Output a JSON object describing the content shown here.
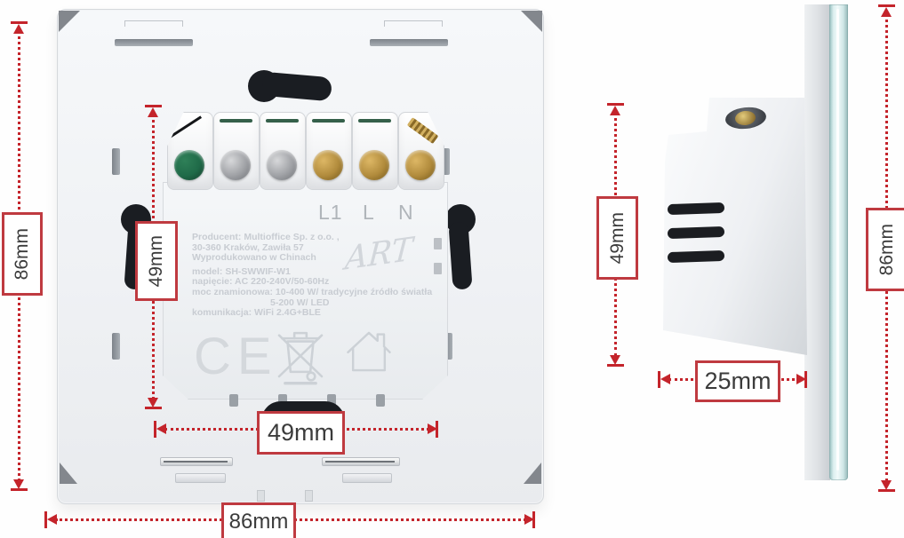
{
  "colors": {
    "dim": "#c4242b",
    "label-border": "#bf3a40",
    "label-text": "#3b3b3b",
    "print": "#c8ccd2",
    "cutout": "#1a1d22",
    "screw-green": "#1f6a48",
    "screw-silver": "#9fa1a5",
    "screw-brass": "#b18b3c"
  },
  "dimensions": {
    "front_height": "86mm",
    "front_module_height": "49mm",
    "front_module_width": "49mm",
    "front_width": "86mm",
    "side_module_height": "49mm",
    "side_depth": "25mm",
    "side_height": "86mm"
  },
  "front_view": {
    "terminal_labels": [
      "L1",
      "L",
      "N"
    ],
    "branding": {
      "logo": "ART"
    },
    "markings": {
      "ce": "CE"
    },
    "device_label": {
      "lines": [
        "Producent: Multioffice Sp. z o.o. ,",
        "30-360 Kraków, Zawiła 57",
        "Wyprodukowano w Chinach",
        "model: SH-SWWIF-W1",
        "napięcie: AC 220-240V/50-60Hz",
        "moc znamionowa: 10-400 W/ tradycyjne źródło światła",
        "5-200 W/ LED",
        "komunikacja: WiFi 2.4G+BLE"
      ]
    }
  }
}
